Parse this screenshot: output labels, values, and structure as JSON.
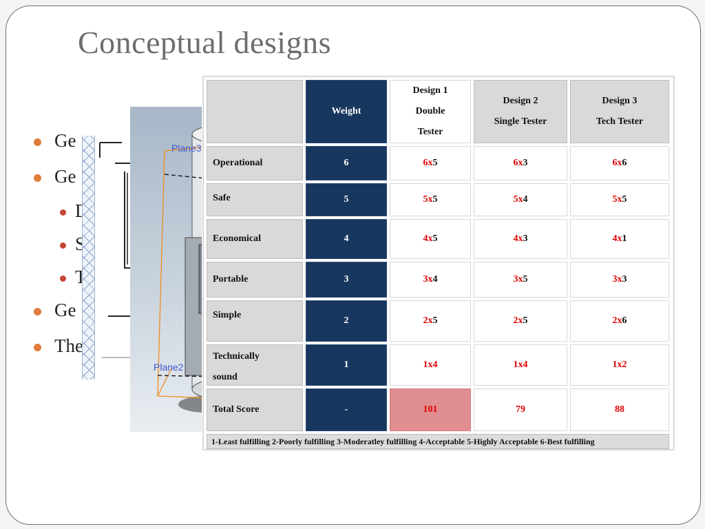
{
  "slide": {
    "title": "Conceptual designs",
    "bullets": [
      {
        "text": "Ge",
        "level": 1
      },
      {
        "text": "Ge",
        "level": 1
      },
      {
        "text": "D",
        "level": 2
      },
      {
        "text": "S",
        "level": 2
      },
      {
        "text": "T",
        "level": 2
      },
      {
        "text": "Ge",
        "level": 1
      },
      {
        "text": "The",
        "level": 1
      }
    ]
  },
  "cad": {
    "plane_top": "Plane3",
    "plane_bottom": "Plane2"
  },
  "table": {
    "header": {
      "weight": "Weight",
      "design1": [
        "Design 1",
        "Double",
        "Tester"
      ],
      "design2": [
        "Design 2",
        "Single Tester"
      ],
      "design3": [
        "Design 3",
        "Tech Tester"
      ]
    },
    "rows": [
      {
        "label": "Operational",
        "weight": "6",
        "d1": [
          "6x",
          "5"
        ],
        "d2": [
          "6x",
          "3"
        ],
        "d3": [
          "6x",
          "6"
        ]
      },
      {
        "label": "Safe",
        "weight": "5",
        "d1": [
          "5x",
          "5"
        ],
        "d2": [
          "5x",
          "4"
        ],
        "d3": [
          "5x",
          "5"
        ]
      },
      {
        "label": "Economical",
        "weight": "4",
        "d1": [
          "4x",
          "5"
        ],
        "d2": [
          "4x",
          "3"
        ],
        "d3": [
          "4x",
          "1"
        ]
      },
      {
        "label": "Portable",
        "weight": "3",
        "d1": [
          "3x",
          "4"
        ],
        "d2": [
          "3x",
          "5"
        ],
        "d3": [
          "3x",
          "3"
        ]
      },
      {
        "label": "Simple",
        "weight": "2",
        "d1": [
          "2x",
          "5"
        ],
        "d2": [
          "2x",
          "5"
        ],
        "d3": [
          "2x",
          "6"
        ]
      },
      {
        "label": [
          "Technically",
          "sound"
        ],
        "weight": "1",
        "d1": [
          "1x4"
        ],
        "d2": [
          "1x4"
        ],
        "d3": [
          "1x2"
        ]
      }
    ],
    "total": {
      "label": "Total Score",
      "weight": "-",
      "d1": "101",
      "d2": "79",
      "d3": "88"
    },
    "footer": "1-Least fulfilling 2-Poorly fulfilling 3-Moderatley fulfilling 4-Acceptable 5-Highly Acceptable  6-Best fulfilling",
    "colors": {
      "header_gray": "#d9d9d9",
      "weight_navy": "#17375e",
      "highlight_pink": "#e08e91",
      "score_red": "#e00000"
    }
  }
}
